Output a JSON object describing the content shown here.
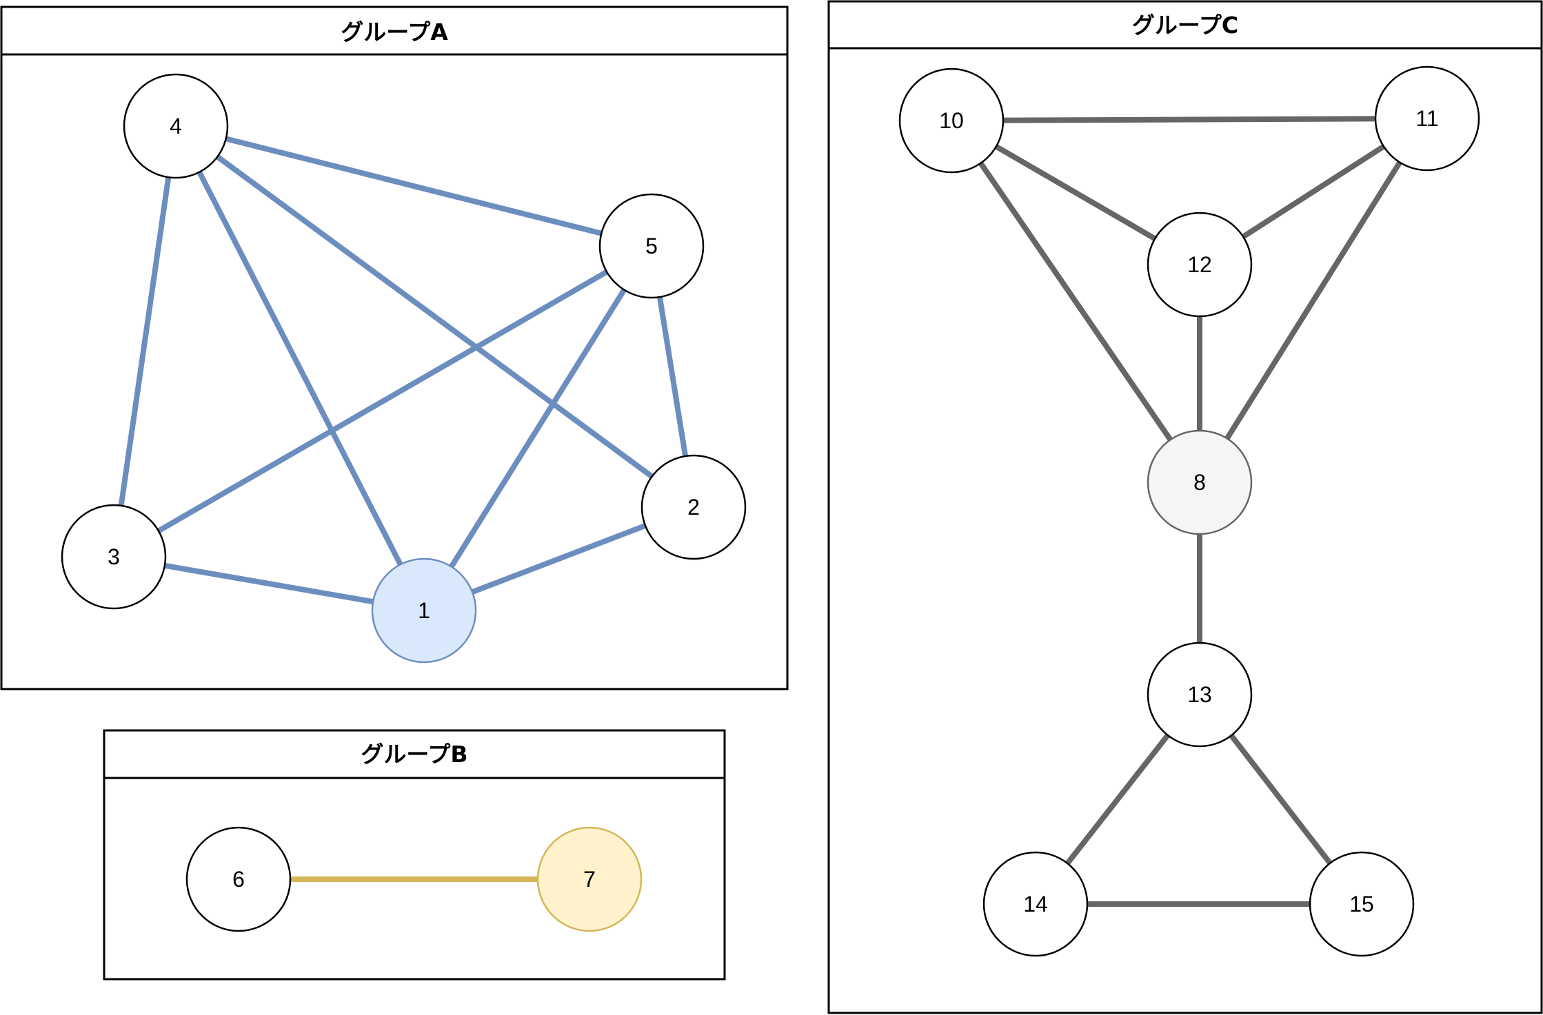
{
  "groups": [
    {
      "id": "A",
      "title": "グループA"
    },
    {
      "id": "B",
      "title": "グループB"
    },
    {
      "id": "C",
      "title": "グループC"
    }
  ],
  "nodes": [
    {
      "id": "1",
      "label": "1",
      "group": "A",
      "fill": "#dae8fc",
      "stroke": "#6c8ebf"
    },
    {
      "id": "2",
      "label": "2",
      "group": "A",
      "fill": "#ffffff",
      "stroke": "#000000"
    },
    {
      "id": "3",
      "label": "3",
      "group": "A",
      "fill": "#ffffff",
      "stroke": "#000000"
    },
    {
      "id": "4",
      "label": "4",
      "group": "A",
      "fill": "#ffffff",
      "stroke": "#000000"
    },
    {
      "id": "5",
      "label": "5",
      "group": "A",
      "fill": "#ffffff",
      "stroke": "#000000"
    },
    {
      "id": "6",
      "label": "6",
      "group": "B",
      "fill": "#ffffff",
      "stroke": "#000000"
    },
    {
      "id": "7",
      "label": "7",
      "group": "B",
      "fill": "#fff2cc",
      "stroke": "#d6b656"
    },
    {
      "id": "8",
      "label": "8",
      "group": "C",
      "fill": "#f5f5f5",
      "stroke": "#666666"
    },
    {
      "id": "10",
      "label": "10",
      "group": "C",
      "fill": "#ffffff",
      "stroke": "#000000"
    },
    {
      "id": "11",
      "label": "11",
      "group": "C",
      "fill": "#ffffff",
      "stroke": "#000000"
    },
    {
      "id": "12",
      "label": "12",
      "group": "C",
      "fill": "#ffffff",
      "stroke": "#000000"
    },
    {
      "id": "13",
      "label": "13",
      "group": "C",
      "fill": "#ffffff",
      "stroke": "#000000"
    },
    {
      "id": "14",
      "label": "14",
      "group": "C",
      "fill": "#ffffff",
      "stroke": "#000000"
    },
    {
      "id": "15",
      "label": "15",
      "group": "C",
      "fill": "#ffffff",
      "stroke": "#000000"
    }
  ],
  "edge_colors": {
    "A": "#6c8ebf",
    "B": "#d6b656",
    "C": "#666666"
  },
  "edges": [
    {
      "from": "4",
      "to": "5",
      "group": "A"
    },
    {
      "from": "4",
      "to": "3",
      "group": "A"
    },
    {
      "from": "4",
      "to": "1",
      "group": "A"
    },
    {
      "from": "4",
      "to": "2",
      "group": "A"
    },
    {
      "from": "5",
      "to": "3",
      "group": "A"
    },
    {
      "from": "5",
      "to": "1",
      "group": "A"
    },
    {
      "from": "5",
      "to": "2",
      "group": "A"
    },
    {
      "from": "3",
      "to": "1",
      "group": "A"
    },
    {
      "from": "2",
      "to": "1",
      "group": "A"
    },
    {
      "from": "6",
      "to": "7",
      "group": "B"
    },
    {
      "from": "10",
      "to": "11",
      "group": "C"
    },
    {
      "from": "10",
      "to": "12",
      "group": "C"
    },
    {
      "from": "11",
      "to": "12",
      "group": "C"
    },
    {
      "from": "10",
      "to": "8",
      "group": "C"
    },
    {
      "from": "11",
      "to": "8",
      "group": "C"
    },
    {
      "from": "12",
      "to": "8",
      "group": "C"
    },
    {
      "from": "8",
      "to": "13",
      "group": "C"
    },
    {
      "from": "13",
      "to": "14",
      "group": "C"
    },
    {
      "from": "13",
      "to": "15",
      "group": "C"
    },
    {
      "from": "14",
      "to": "15",
      "group": "C"
    }
  ]
}
